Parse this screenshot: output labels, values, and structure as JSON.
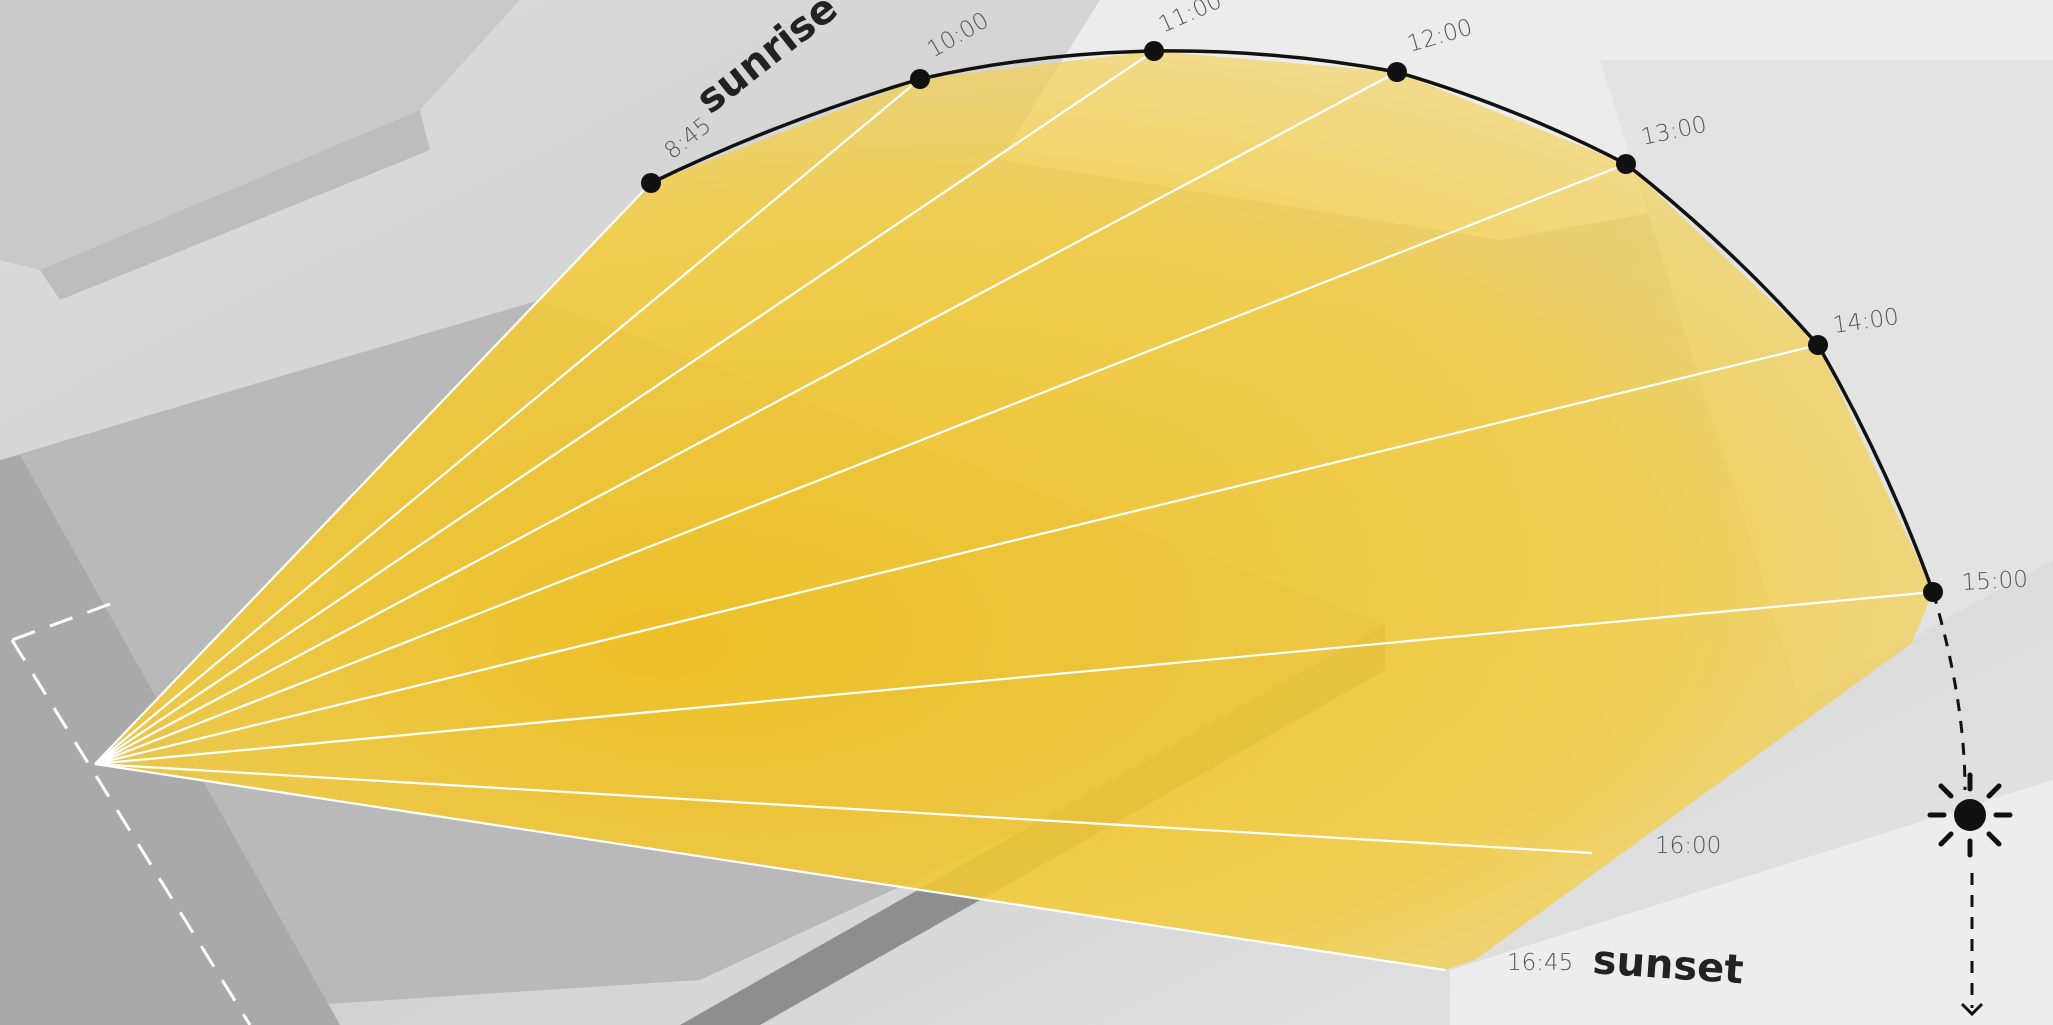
{
  "diagram": {
    "colors": {
      "sun_fill": "#f2c62e",
      "arc_stroke": "#111111",
      "ray_stroke": "#ffffff",
      "label_color": "#555555",
      "accent_label": "#222222"
    },
    "icons": {
      "sun": "sun-icon",
      "trajectory_arrow": "dashed-arrow-down-icon"
    },
    "sunrise": {
      "time": "8:45",
      "word": "sunrise"
    },
    "sunset": {
      "time": "16:45",
      "word": "sunset"
    },
    "hours": [
      {
        "time": "10:00"
      },
      {
        "time": "11:00"
      },
      {
        "time": "12:00"
      },
      {
        "time": "13:00"
      },
      {
        "time": "14:00"
      },
      {
        "time": "15:00"
      },
      {
        "time": "16:00"
      }
    ]
  }
}
